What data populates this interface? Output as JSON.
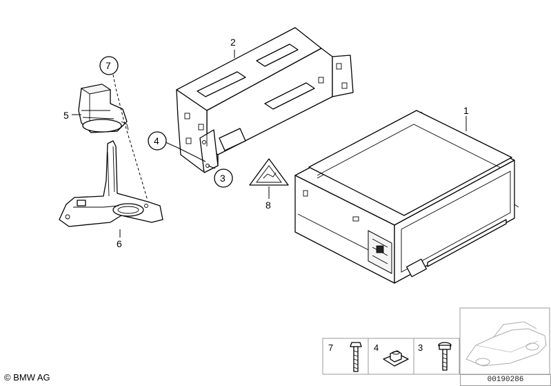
{
  "callouts": {
    "c1": "1",
    "c2": "2",
    "c3": "3",
    "c4": "4",
    "c5": "5",
    "c6": "6",
    "c7": "7",
    "c8": "8"
  },
  "legend": {
    "n7": "7",
    "n4": "4",
    "n3": "3"
  },
  "footer": {
    "copyright": "© BMW AG",
    "diagram_id": "00190286"
  },
  "icons": {
    "warning": "caution-triangle-icon",
    "car": "car-silhouette-icon",
    "bolt": "bolt-icon",
    "clip_nut": "clip-nut-icon",
    "screw": "screw-icon"
  }
}
